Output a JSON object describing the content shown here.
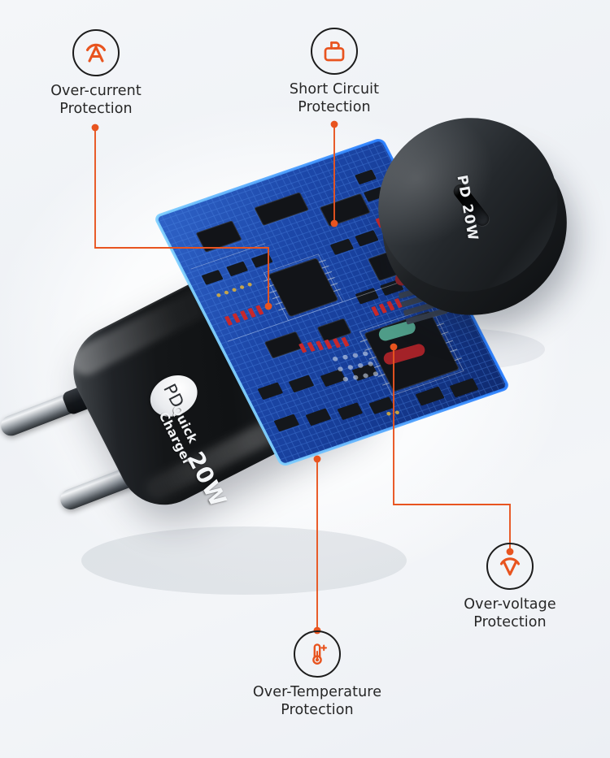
{
  "page": {
    "background_color": "#f2f4f7",
    "accent_color": "#e8541f",
    "icon_ring_color": "#1c1c1c",
    "text_color": "#262626"
  },
  "features": [
    {
      "id": "over-current",
      "icon": "over-current-icon",
      "label": "Over-current\nProtection"
    },
    {
      "id": "short-circuit",
      "icon": "short-circuit-icon",
      "label": "Short Circuit\nProtection"
    },
    {
      "id": "over-temperature",
      "icon": "thermometer-plus-icon",
      "label": "Over-Temperature\nProtection"
    },
    {
      "id": "over-voltage",
      "icon": "over-voltage-icon",
      "label": "Over-voltage\nProtection"
    }
  ],
  "product": {
    "badge": "PD",
    "brand_line_1": "Quick",
    "brand_line_2": "Charger",
    "wattage": "20W",
    "port_label": "PD 20W"
  }
}
